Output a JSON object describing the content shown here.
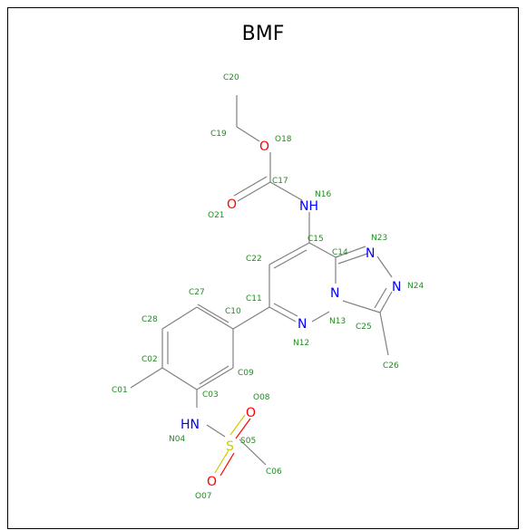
{
  "title": "BMF",
  "colors": {
    "carbon": "#808080",
    "oxygen": "#ff0000",
    "nitrogen": "#0000ff",
    "sulfur": "#cccc00",
    "label": "#228b22"
  },
  "elements": {
    "N": "N",
    "O": "O",
    "S": "S",
    "NH": "HN",
    "NH2": "NH"
  },
  "atom_labels": [
    "C20",
    "C19",
    "O18",
    "C17",
    "O21",
    "N16",
    "C15",
    "C22",
    "C14",
    "N23",
    "N24",
    "C11",
    "C27",
    "C10",
    "C28",
    "N13",
    "C25",
    "N12",
    "C02",
    "C09",
    "C26",
    "C01",
    "C03",
    "O08",
    "N04",
    "S05",
    "C06",
    "O07"
  ]
}
